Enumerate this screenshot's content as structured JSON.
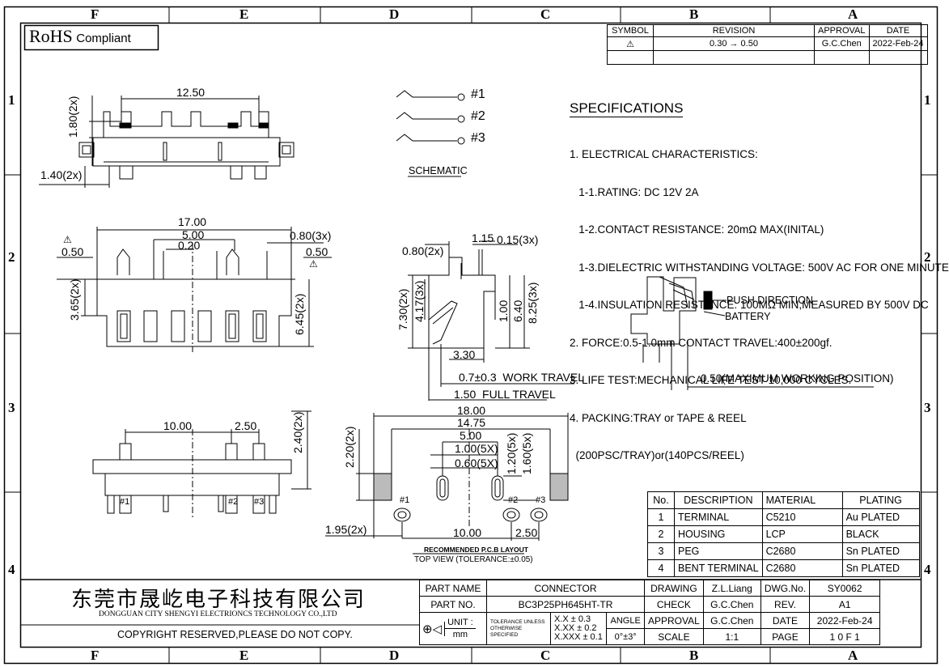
{
  "zones": {
    "columns": [
      "F",
      "E",
      "D",
      "C",
      "B",
      "A"
    ],
    "rows": [
      "1",
      "2",
      "3",
      "4"
    ]
  },
  "rohs": {
    "main": "RoHS",
    "sub": "Compliant"
  },
  "revision_table": {
    "headers": [
      "SYMBOL",
      "REVISION",
      "APPROVAL",
      "DATE"
    ],
    "row": {
      "symbol": "⚠",
      "revision": "0.30 → 0.50",
      "approval": "G.C.Chen",
      "date": "2022-Feb-24"
    }
  },
  "schematic": {
    "pins": [
      "#1",
      "#2",
      "#3"
    ],
    "label": "SCHEMATIC"
  },
  "specifications": {
    "title": "SPECIFICATIONS",
    "lines": [
      "1. ELECTRICAL CHARACTERISTICS:",
      "   1-1.RATING: DC 12V 2A",
      "   1-2.CONTACT RESISTANCE: 20mΩ MAX(INITAL)",
      "   1-3.DIELECTRIC WITHSTANDING VOLTAGE: 500V AC FOR ONE MINUTE",
      "   1-4.INSULATION RESISTANCE: 100MΩ MIN,MEASURED BY 500V DC",
      "2. FORCE:0.5-1.0mm CONTACT TRAVEL:400±200gf.",
      "3. LIFE TEST:MECHANICAL LIFE TEST 10,000 CYCLES.",
      "4. PACKING:TRAY or TAPE & REEL",
      "  (200PSC/TRAY)or(140PCS/REEL)"
    ]
  },
  "battery_view": {
    "push": "PUSH DIRECTION",
    "battery": "BATTERY",
    "working": "0.50(MAXIMUM WORKING POSITION)"
  },
  "dims": {
    "top": {
      "w": "12.50",
      "h": "1.80(2x)",
      "l": "1.40(2x)"
    },
    "front": {
      "w17": "17.00",
      "w5": "5.00",
      "w020": "0.20",
      "w080": "0.80(3x)",
      "w050a": "0.50",
      "w050b": "0.50",
      "h365": "3.65(2x)",
      "h645": "6.45(2x)"
    },
    "bottom": {
      "w10": "10.00",
      "w25": "2.50",
      "h24": "2.40(2x)"
    },
    "side": {
      "d080": "0.80(2x)",
      "d115": "1.15",
      "d015": "0.15(3x)",
      "d730": "7.30(2x)",
      "d417": "4.17(3x)",
      "d100": "1.00",
      "d640": "6.40",
      "d825": "8.25(3x)",
      "d330": "3.30",
      "work": "0.7±0.3  WORK TRAVEL",
      "full": "1.50  FULL TRAVEL"
    },
    "pcb": {
      "w18": "18.00",
      "w1475": "14.75",
      "w5": "5.00",
      "d100": "1.00(5X)",
      "d060": "0.60(5X)",
      "d120": "1.20(5x)",
      "d160": "1.60(5x)",
      "d220": "2.20(2x)",
      "d195": "1.95(2x)",
      "w10": "10.00",
      "w25": "2.50",
      "pins": [
        "#1",
        "#2",
        "#3"
      ],
      "caption1": "RECOMMENDED P.C.B LAYOUT",
      "caption2": "TOP VIEW  (TOLERANCE:±0.05)"
    }
  },
  "bom": {
    "headers": [
      "No.",
      "DESCRIPTION",
      "MATERIAL",
      "PLATING"
    ],
    "rows": [
      {
        "no": "1",
        "desc": "TERMINAL",
        "mat": "C5210",
        "plat": "Au PLATED"
      },
      {
        "no": "2",
        "desc": "HOUSING",
        "mat": "LCP",
        "plat": "BLACK"
      },
      {
        "no": "3",
        "desc": "PEG",
        "mat": "C2680",
        "plat": "Sn PLATED"
      },
      {
        "no": "4",
        "desc": "BENT TERMINAL",
        "mat": "C2680",
        "plat": "Sn PLATED"
      }
    ]
  },
  "title_block": {
    "company_cn": "东莞市晟屹电子科技有限公司",
    "company_en": "DONGGUAN CITY SHENGYI ELECTRIONCS TECHNOLOGY CO.,LTD",
    "copyright": "COPYRIGHT RESERVED,PLEASE DO NOT COPY.",
    "part_name_label": "PART NAME",
    "part_name": "CONNECTOR",
    "part_no_label": "PART NO.",
    "part_no": "BC3P25PH645HT-TR",
    "unit_label": "UNIT :",
    "unit": "mm",
    "tolerance_label": "TOLERANCE UNLESS OTHERWISE SPECIFIED",
    "tol_x": "X.X ± 0.3",
    "tol_xx": "X.XX ± 0.2",
    "tol_xxx": "X.XXX ± 0.1",
    "angle_label": "ANGLE",
    "angle": "0°±3°",
    "drawing_label": "DRAWING",
    "drawing": "Z.L.Liang",
    "check_label": "CHECK",
    "check": "G.C.Chen",
    "approval_label": "APPROVAL",
    "approval": "G.C.Chen",
    "scale_label": "SCALE",
    "scale": "1:1",
    "dwgno_label": "DWG.No.",
    "dwgno": "SY0062",
    "rev_label": "REV.",
    "rev": "A1",
    "date_label": "DATE",
    "date": "2022-Feb-24",
    "page_label": "PAGE",
    "page": "1 0 F 1"
  }
}
